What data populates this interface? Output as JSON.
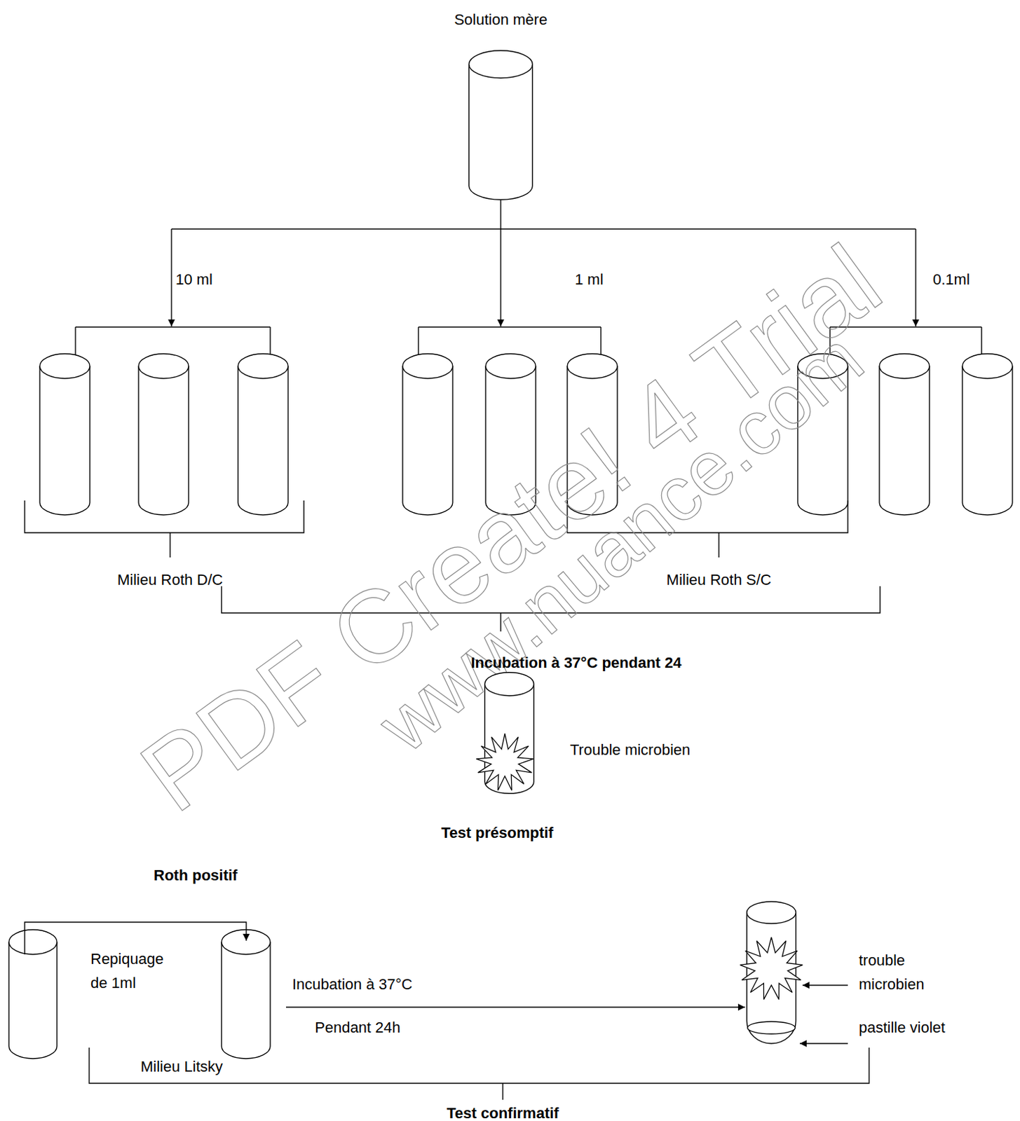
{
  "diagram": {
    "nodes": [
      {
        "text": [
          "Solution mère"
        ]
      },
      {
        "text": [
          "Trouble microbien"
        ]
      },
      {
        "text": [
          "trouble microbien",
          "pastille violet"
        ]
      }
    ],
    "labels": [
      "10 ml",
      "1 ml",
      "0.1ml",
      "Milieu Roth D/C",
      "Milieu Roth S/C",
      "Incubation à 37°C pendant 24",
      "Test présomptif",
      "Roth positif",
      "Repiquage de 1ml",
      "Incubation à 37°C",
      "Pendant 24h",
      "Milieu Litsky",
      "Test confirmatif",
      "PDF Create! 4 Trial",
      "www.nuance.com"
    ]
  }
}
